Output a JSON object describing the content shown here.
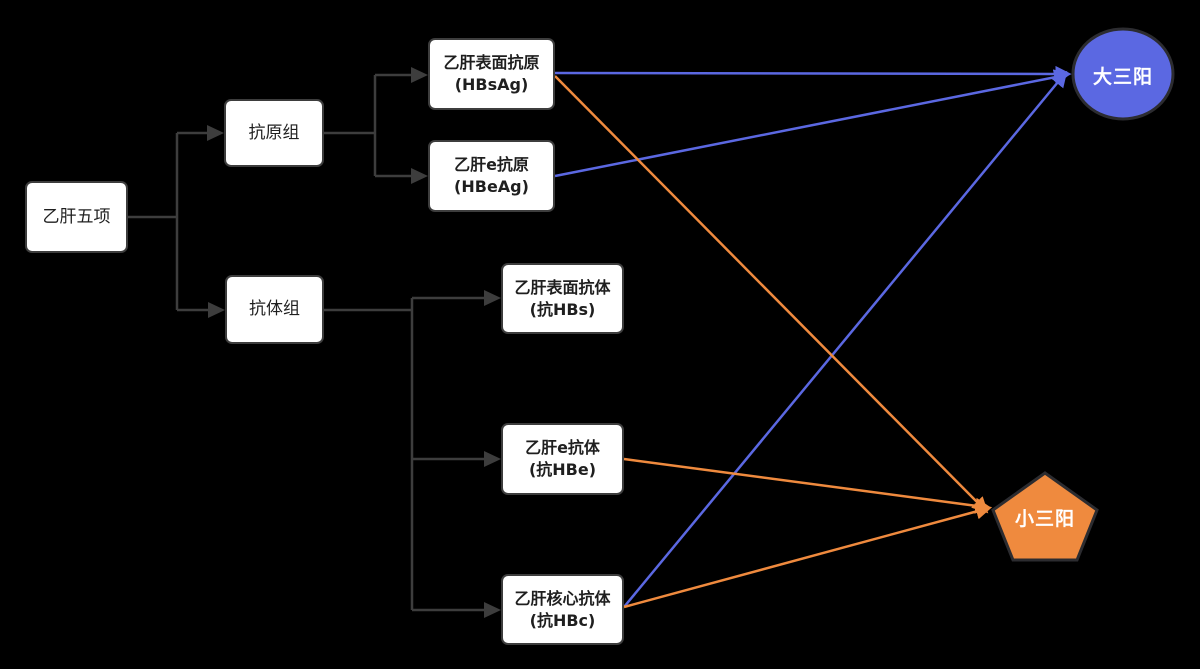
{
  "diagram": {
    "title_node": {
      "label": "乙肝五项"
    },
    "groups": {
      "antigen": {
        "label": "抗原组"
      },
      "antibody": {
        "label": "抗体组"
      }
    },
    "items": {
      "hbsag": {
        "line1": "乙肝表面抗原",
        "line2": "(HBsAg)"
      },
      "hbeag": {
        "line1": "乙肝e抗原",
        "line2": "(HBeAg)"
      },
      "anti_hbs": {
        "line1": "乙肝表面抗体",
        "line2": "(抗HBs)"
      },
      "anti_hbe": {
        "line1": "乙肝e抗体",
        "line2": "(抗HBe)"
      },
      "anti_hbc": {
        "line1": "乙肝核心抗体",
        "line2": "(抗HBc)"
      }
    },
    "outcomes": {
      "big_three": {
        "label": "大三阳",
        "shape": "circle",
        "color": "#5b68e2"
      },
      "small_three": {
        "label": "小三阳",
        "shape": "pentagon",
        "color": "#ef8a3e"
      }
    },
    "edges": [
      {
        "from": "乙肝五项",
        "to": "抗原组",
        "style": "gray"
      },
      {
        "from": "乙肝五项",
        "to": "抗体组",
        "style": "gray"
      },
      {
        "from": "抗原组",
        "to": "乙肝表面抗原 (HBsAg)",
        "style": "gray"
      },
      {
        "from": "抗原组",
        "to": "乙肝e抗原 (HBeAg)",
        "style": "gray"
      },
      {
        "from": "抗体组",
        "to": "乙肝表面抗体 (抗HBs)",
        "style": "gray"
      },
      {
        "from": "抗体组",
        "to": "乙肝e抗体 (抗HBe)",
        "style": "gray"
      },
      {
        "from": "抗体组",
        "to": "乙肝核心抗体 (抗HBc)",
        "style": "gray"
      },
      {
        "from": "乙肝表面抗原 (HBsAg)",
        "to": "大三阳",
        "style": "blue"
      },
      {
        "from": "乙肝e抗原 (HBeAg)",
        "to": "大三阳",
        "style": "blue"
      },
      {
        "from": "乙肝核心抗体 (抗HBc)",
        "to": "大三阳",
        "style": "blue"
      },
      {
        "from": "乙肝表面抗原 (HBsAg)",
        "to": "小三阳",
        "style": "orange"
      },
      {
        "from": "乙肝e抗体 (抗HBe)",
        "to": "小三阳",
        "style": "orange"
      },
      {
        "from": "乙肝核心抗体 (抗HBc)",
        "to": "小三阳",
        "style": "orange"
      }
    ]
  },
  "colors": {
    "background": "#000000",
    "node_fill": "#ffffff",
    "node_border": "#3d3d3d",
    "node_text": "#1f1f1f",
    "connector": "#3d3d3d",
    "blue": "#5b68e2",
    "orange": "#ef8a3e",
    "shape_border": "#2c2c30",
    "outcome_text": "#ffffff"
  }
}
